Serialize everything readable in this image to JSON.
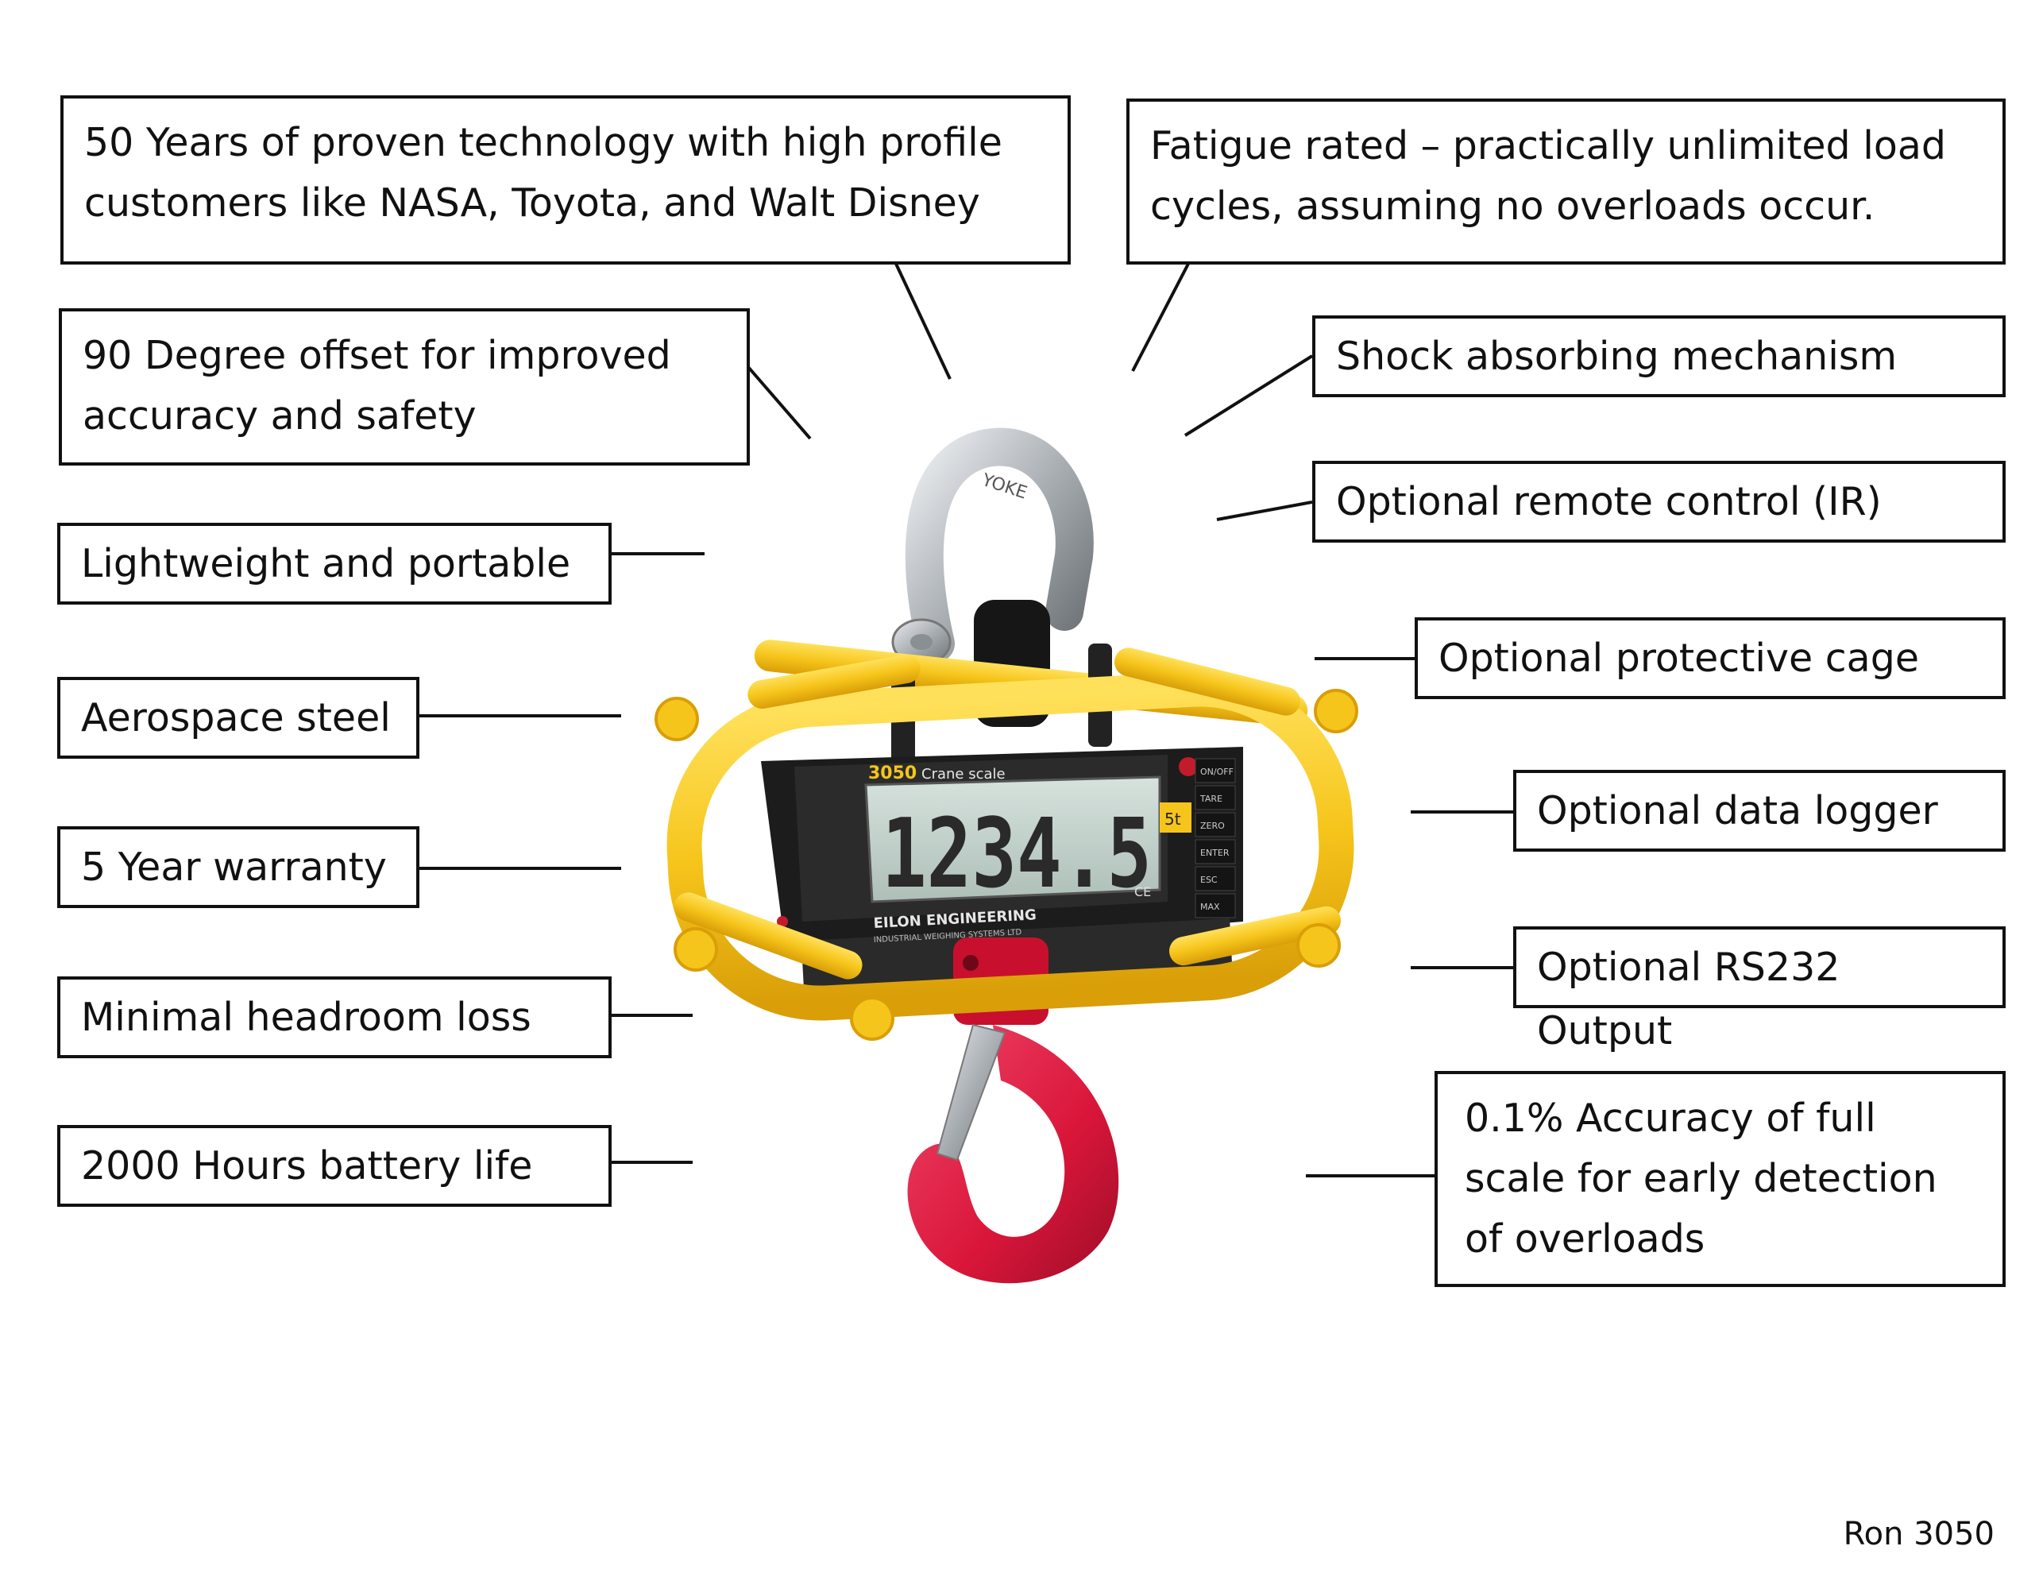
{
  "callouts": {
    "proven_tech": "50 Years of proven technology with high profile\ncustomers like NASA, Toyota, and Walt Disney",
    "fatigue": "Fatigue rated – practically unlimited load\ncycles, assuming no overloads occur.",
    "offset": "90 Degree offset for improved\naccuracy and safety",
    "shock": "Shock absorbing mechanism",
    "remote": "Optional remote control (IR)",
    "lightweight": "Lightweight and portable",
    "cage": "Optional protective cage",
    "steel": "Aerospace steel",
    "logger": "Optional data logger",
    "warranty": "5 Year warranty",
    "rs232": "Optional RS232 Output",
    "headroom": "Minimal headroom loss",
    "accuracy": "0.1% Accuracy of full\nscale for early detection\nof overloads",
    "battery": "2000 Hours battery life"
  },
  "device": {
    "display_reading": "1234.5",
    "model_label": "3050",
    "type_label": "Crane scale",
    "capacity_label": "5t",
    "brand": "EILON ENGINEERING",
    "brand_sub": "INDUSTRIAL WEIGHING SYSTEMS LTD",
    "shackle_text": "YOKE",
    "ce_mark": "CE",
    "keys": [
      "ON/OFF",
      "TARE",
      "ZERO",
      "ENTER",
      "ESC",
      "MAX"
    ]
  },
  "footer": {
    "model": "Ron 3050"
  },
  "colors": {
    "frame": "#f6c51b",
    "hook": "#d9163a",
    "display": "#c7d6d0",
    "body": "#1c1c1c"
  }
}
